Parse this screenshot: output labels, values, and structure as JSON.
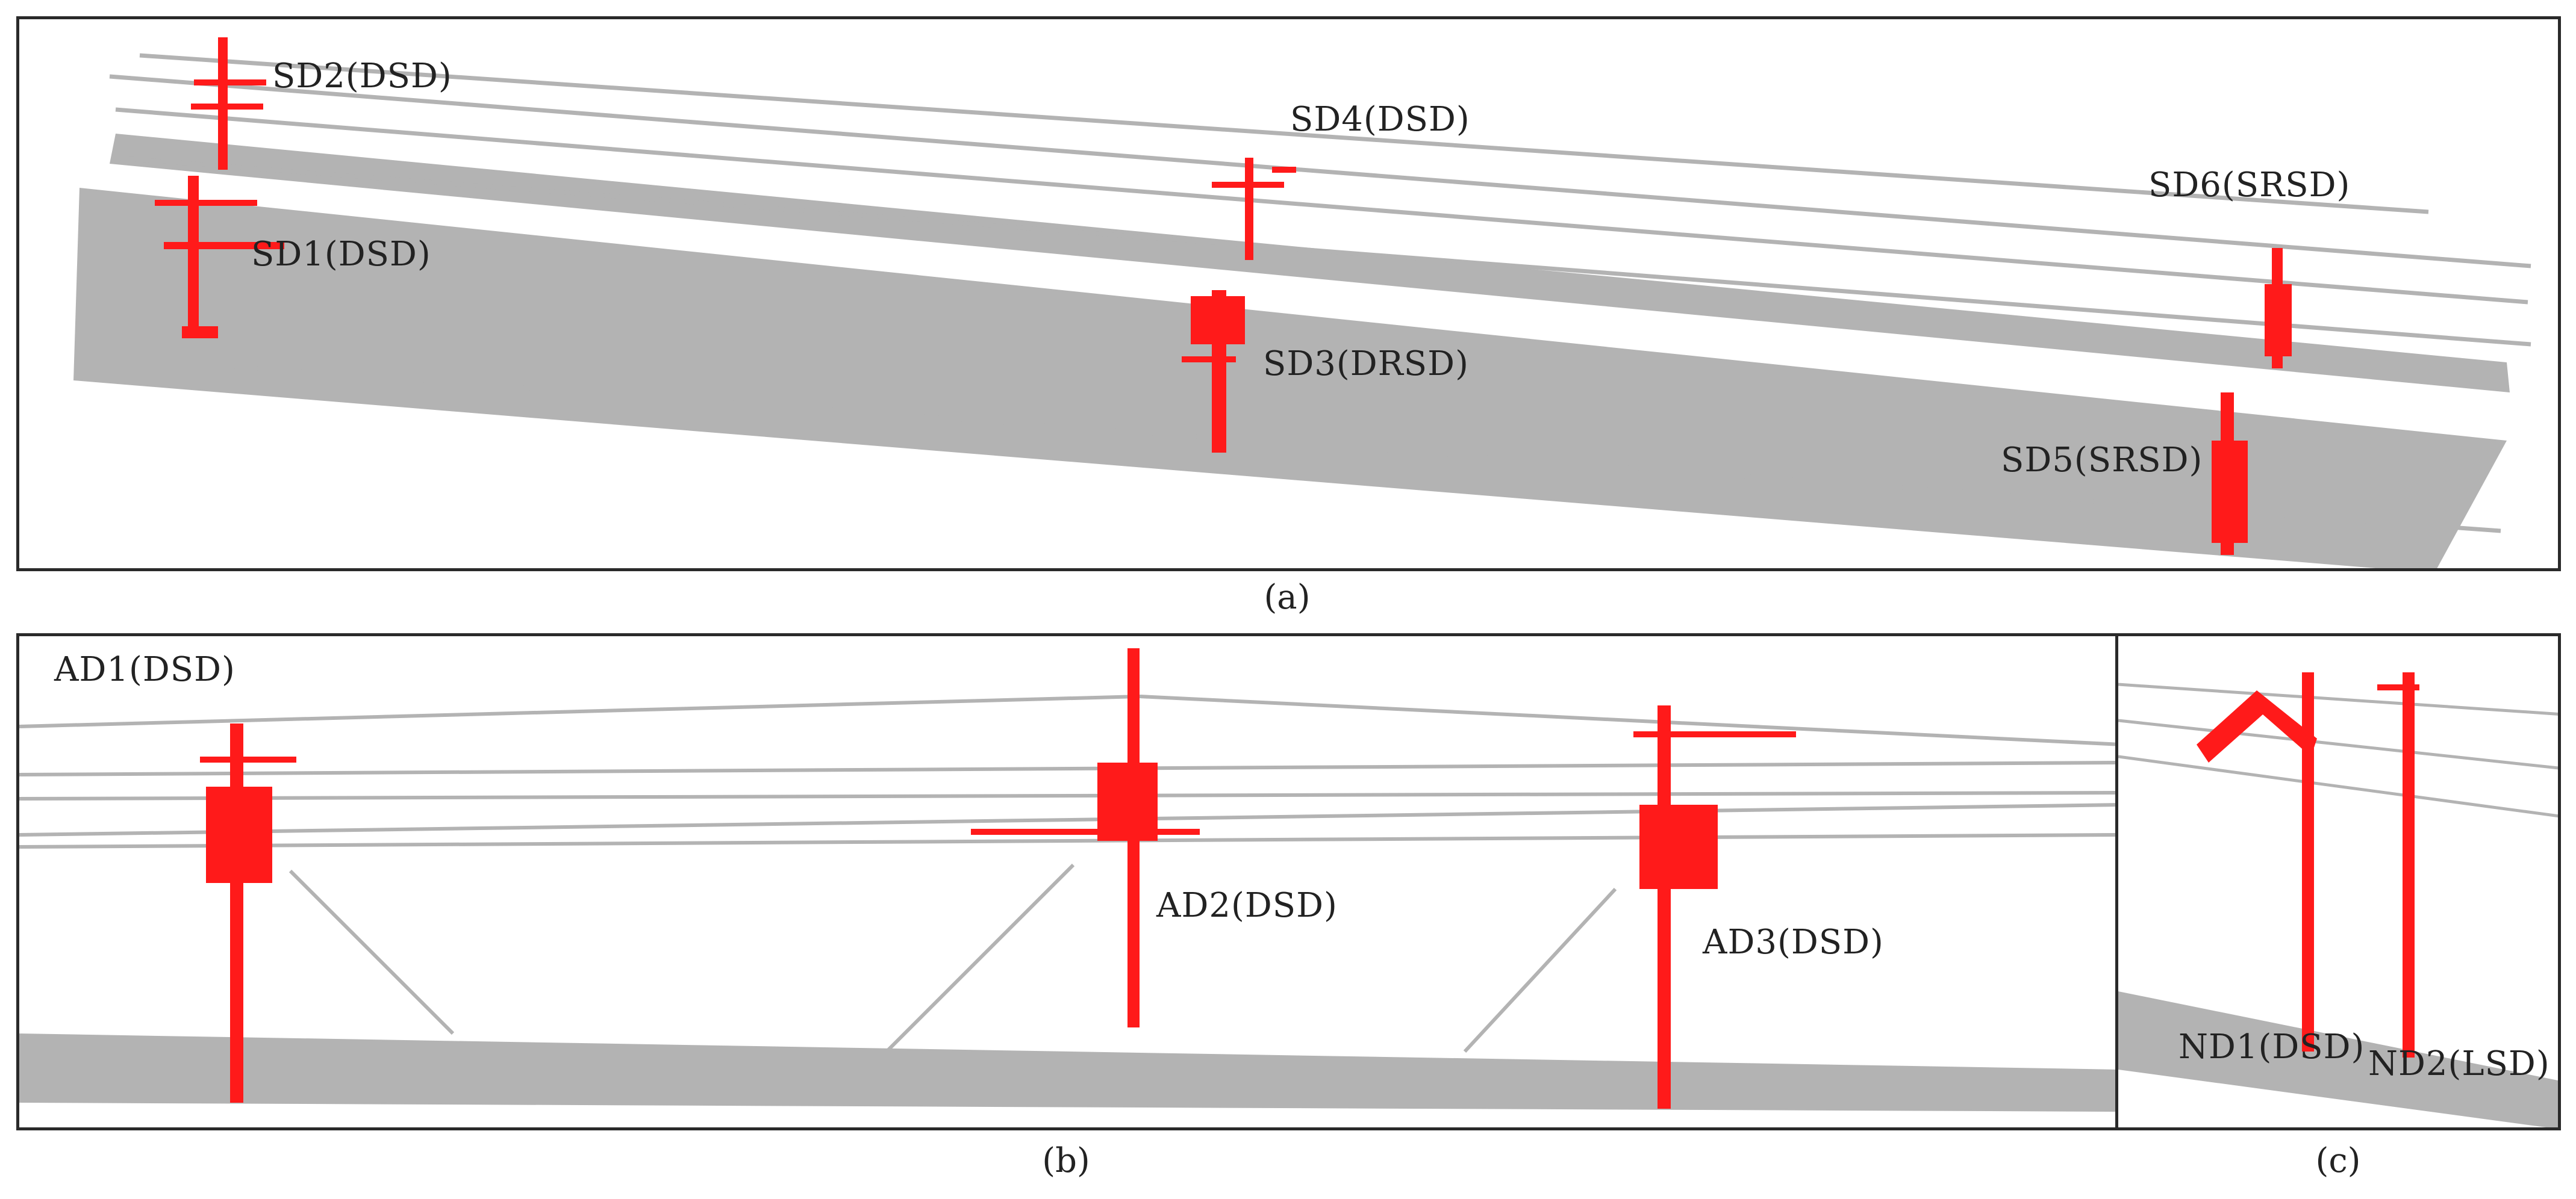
{
  "colors": {
    "point_cloud": "#b3b3b3",
    "highlight": "#ff1a1a",
    "frame": "#2a2a2a"
  },
  "panels": {
    "a": {
      "caption": "(a)",
      "labels": {
        "sd1": "SD1(DSD)",
        "sd2": "SD2(DSD)",
        "sd3": "SD3(DRSD)",
        "sd4": "SD4(DSD)",
        "sd5": "SD5(SRSD)",
        "sd6": "SD6(SRSD)"
      }
    },
    "b": {
      "caption": "(b)",
      "labels": {
        "ad1": "AD1(DSD)",
        "ad2": "AD2(DSD)",
        "ad3": "AD3(DSD)"
      }
    },
    "c": {
      "caption": "(c)",
      "labels": {
        "nd1": "ND1(DSD)",
        "nd2": "ND2(LSD)"
      }
    }
  }
}
